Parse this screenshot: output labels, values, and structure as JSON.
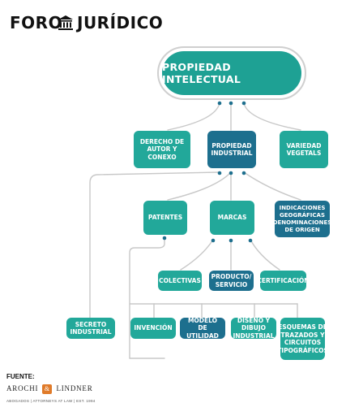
{
  "header": {
    "logo_left": "FORO",
    "logo_right": "JURÍDICO"
  },
  "diagram": {
    "root": "PROPIEDAD INTELECTUAL",
    "level1": {
      "derecho_autor": "DERECHO DE AUTOR Y CONEXO",
      "propiedad_industrial": "PROPIEDAD INDUSTRIAL",
      "variedad_vegetals": "VARIEDAD VEGETALS"
    },
    "level2": {
      "patentes": "PATENTES",
      "marcas": "MARCAS",
      "indicaciones": "INDICACIONES GEOGRÁFICAS DENOMINACIONES DE ORIGEN"
    },
    "marcas_types": {
      "colectivas": "COLECTIVAS",
      "producto_servicio": "PRODUCTO/ SERVICIO",
      "certificacion": "CERTIFICACIÓN"
    },
    "bottom": {
      "secreto_industrial": "SECRETO INDUSTRIAL",
      "invencion": "INVENCIÓN",
      "modelo_utilidad": "MODELO DE UTILIDAD",
      "diseno_dibujo": "DISEÑO Y DIBUJO INDUSTRIAL",
      "esquemas": "ESQUEMAS DE TRAZADOS Y CIRCUITOS TIPOGRÁFICOS"
    },
    "colors": {
      "teal": "#22a89a",
      "blue": "#1d6f8e",
      "connector": "#c8c8c8"
    }
  },
  "footer": {
    "fuente": "FUENTE:",
    "firm_left": "AROCHI",
    "firm_amp": "&",
    "firm_right": "LINDNER",
    "firm_tagline": "ABOGADOS | ATTORNEYS AT LAW | EST. 1994"
  }
}
